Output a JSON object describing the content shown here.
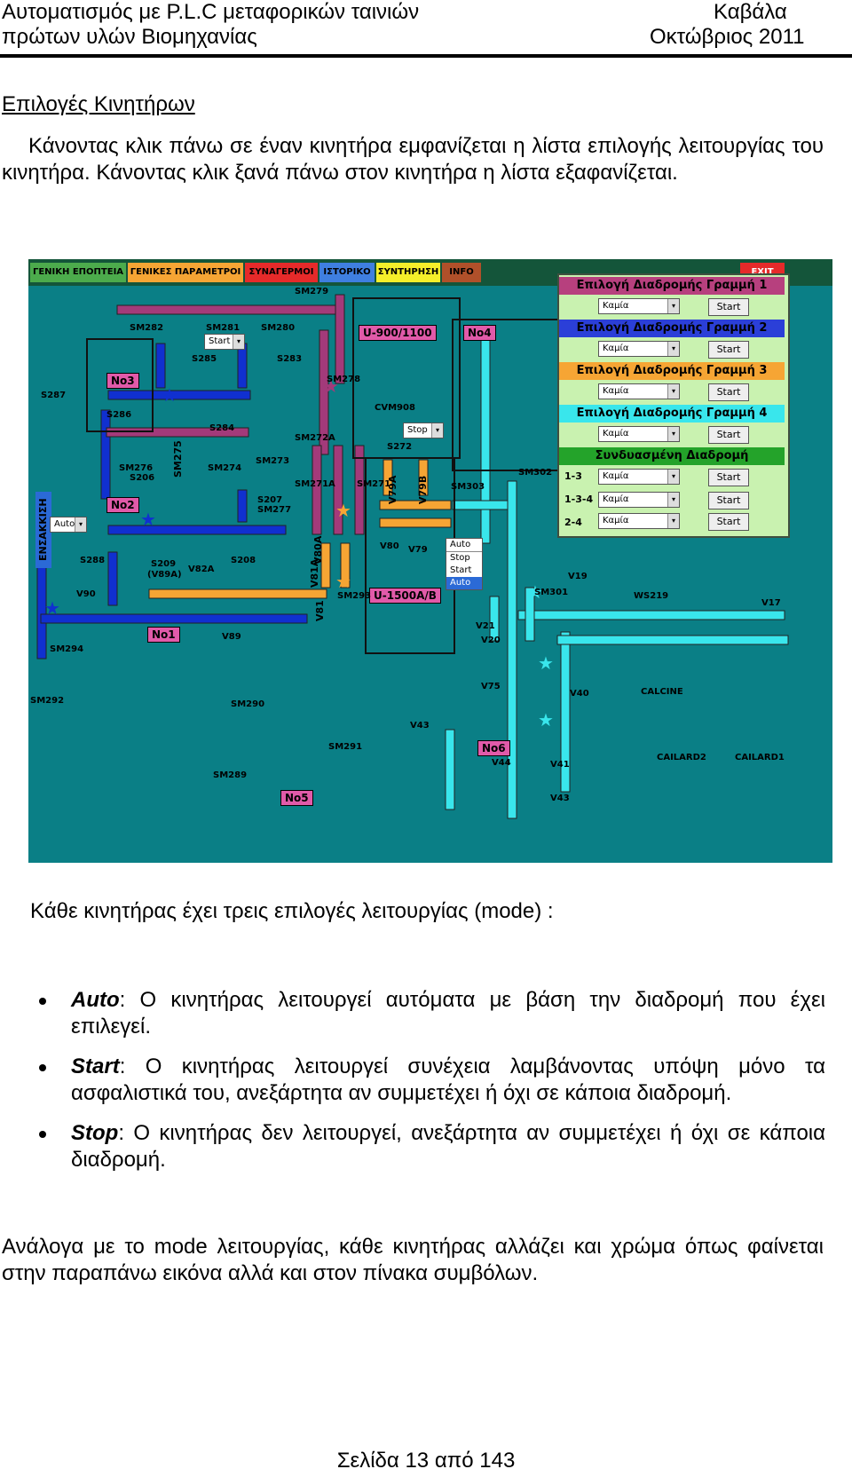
{
  "header": {
    "title_line1": "Αυτοματισμός με P.L.C μεταφορικών ταινιών",
    "title_line2": "πρώτων υλών Βιομηχανίας",
    "city": "Καβάλα",
    "date": "Οκτώβριος 2011"
  },
  "section_title": "Επιλογές Κινητήρων",
  "intro_paragraph": "Κάνοντας κλικ πάνω σε έναν κινητήρα εμφανίζεται η λίστα επιλογής λειτουργίας του κινητήρα. Κάνοντας κλικ ξανά πάνω στον κινητήρα η λίστα εξαφανίζεται.",
  "scada": {
    "menu": [
      "ΓΕΝΙΚΗ ΕΠΟΠΤΕΙΑ",
      "ΓΕΝΙΚΕΣ ΠΑΡΑΜΕΤΡΟΙ",
      "ΣΥΝΑΓΕΡΜΟΙ",
      "ΙΣΤΟΡΙΚΟ",
      "ΣΥΝΤΗΡΗΣΗ",
      "INFO"
    ],
    "exit": "EXIT",
    "route_panel": {
      "line1": "Επιλογή Διαδρομής Γραμμή 1",
      "line2": "Επιλογή Διαδρομής Γραμμή 2",
      "line3": "Επιλογή Διαδρομής Γραμμή 3",
      "line4": "Επιλογή Διαδρομής Γραμμή 4",
      "combined": "Συνδυασμένη Διαδρομή",
      "combo_value": "Καμία",
      "start": "Start",
      "combo_rows": [
        "1-3",
        "1-3-4",
        "2-4"
      ]
    },
    "tags": {
      "u900": "U-900/1100",
      "no4": "No4",
      "no3": "No3",
      "no2": "No2",
      "no1": "No1",
      "u1500": "U-1500A/B",
      "no6": "No6",
      "no5": "No5",
      "ensakkisi": "ΕΝΣΑΚΚΙΣΗ"
    },
    "labels": {
      "sm279": "SM279",
      "sm282": "SM282",
      "sm281": "SM281",
      "sm280": "SM280",
      "s285": "S285",
      "s283": "S283",
      "s287": "S287",
      "s286": "S286",
      "s284": "S284",
      "sm278": "SM278",
      "cvm908": "CVM908",
      "sm276": "SM276",
      "s206": "S206",
      "sm275": "SM275",
      "sm274": "SM274",
      "sm273": "SM273",
      "sm272a": "SM272A",
      "s272": "S272",
      "s207": "S207",
      "sm277": "SM277",
      "sm271a": "SM271A",
      "sm271": "SM271",
      "sm302": "SM302",
      "sm303": "SM303",
      "s288": "S288",
      "s209": "S209",
      "v89a": "(V89A)",
      "v82a": "V82A",
      "s208": "S208",
      "v80": "V80",
      "v79": "V79",
      "v90": "V90",
      "sm293": "SM293",
      "sm301": "SM301",
      "v19": "V19",
      "ws219": "WS219",
      "v17": "V17",
      "sm294": "SM294",
      "v89": "V89",
      "v21": "V21",
      "v20": "V20",
      "sm292": "SM292",
      "v75": "V75",
      "v40": "V40",
      "calcine": "CALCINE",
      "sm290": "SM290",
      "v43a": "V43",
      "sm291": "SM291",
      "v44": "V44",
      "v41": "V41",
      "cailard2": "CAILARD2",
      "cailard1": "CAILARD1",
      "sm289": "SM289",
      "v43": "V43",
      "v79a": "V79A",
      "v79b": "V79B",
      "v81a": "V81A",
      "v80a": "V80A",
      "v81": "V81"
    },
    "combos": {
      "start": "Start",
      "stop": "Stop",
      "auto": "Auto"
    },
    "dropdown_options": [
      "Auto",
      "Stop",
      "Start",
      "Auto"
    ]
  },
  "modes_intro": "Κάθε κινητήρας έχει τρεις επιλογές λειτουργίας (mode) :",
  "modes": [
    {
      "key": "Auto",
      "text": ": Ο κινητήρας λειτουργεί αυτόματα με βάση την διαδρομή που έχει επιλεγεί."
    },
    {
      "key": "Start",
      "text": ": Ο κινητήρας λειτουργεί συνέχεια λαμβάνοντας υπόψη μόνο τα ασφαλιστικά του, ανεξάρτητα αν συμμετέχει ή όχι σε κάποια διαδρομή."
    },
    {
      "key": "Stop",
      "text": ": Ο κινητήρας δεν λειτουργεί, ανεξάρτητα αν συμμετέχει ή όχι σε κάποια διαδρομή."
    }
  ],
  "closing_paragraph": "Ανάλογα με το mode λειτουργίας, κάθε κινητήρας αλλάζει και χρώμα όπως φαίνεται στην παραπάνω εικόνα αλλά και στον πίνακα συμβόλων.",
  "footer": "Σελίδα 13 από 143",
  "colors": {
    "scada_bg": "#0a7f86",
    "conveyor_blue": "#1030d0",
    "conveyor_cyan": "#39e6ec",
    "conveyor_magenta": "#a33a7a",
    "conveyor_orange": "#f6a534",
    "route_panel_bg": "#c9f2b0"
  }
}
